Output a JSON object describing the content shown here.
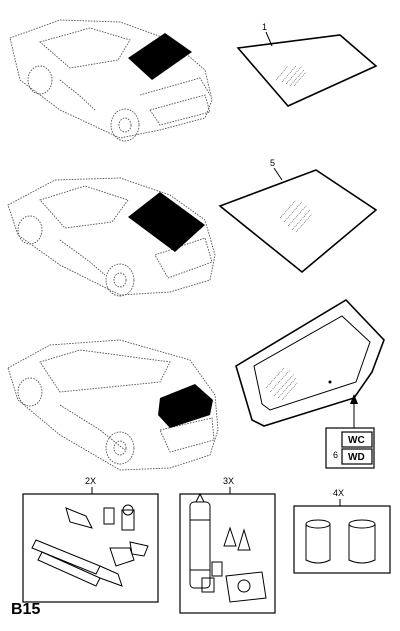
{
  "callouts": {
    "glass_top": "1",
    "glass_mid": "5",
    "glass_rear": "6",
    "kit_2": "2X",
    "kit_3": "3X",
    "kit_4": "4X"
  },
  "codes": [
    "WC",
    "WD"
  ],
  "page_ref": "B15"
}
